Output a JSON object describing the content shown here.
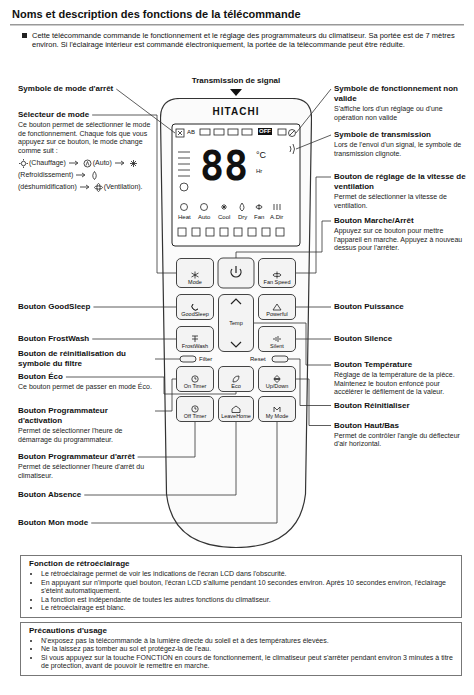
{
  "diagram": {
    "title": "Noms et description des fonctions de la télécommande",
    "nodes": [
      {
        "text": [
          "HITACHI"
        ]
      },
      {
        "text": [
          "Mode"
        ],
        "in": 0
      },
      {
        "text": [
          "Fan Speed"
        ],
        "in": 0
      },
      {
        "text": [
          "GoodSleep"
        ],
        "in": 0
      },
      {
        "text": [
          "Temp"
        ],
        "in": 0
      },
      {
        "text": [
          "Powerful"
        ],
        "in": 0
      },
      {
        "text": [
          "FrostWash"
        ],
        "in": 0
      },
      {
        "text": [
          "Silent"
        ],
        "in": 0
      },
      {
        "text": [
          "On Timer"
        ],
        "in": 0
      },
      {
        "text": [
          "Eco"
        ],
        "in": 0
      },
      {
        "text": [
          "Up/Down"
        ],
        "in": 0
      },
      {
        "text": [
          "Off Timer"
        ],
        "in": 0
      },
      {
        "text": [
          "LeaveHome"
        ],
        "in": 0
      },
      {
        "text": [
          "My Mode"
        ],
        "in": 0
      },
      {
        "text": [
          "Fonction de rétroéclairage",
          "Le rétroéclairage permet de voir les indications de l'écran LCD dans l'obscurité.",
          "En appuyant sur n'importe quel bouton, l'écran LCD s'allume pendant 10 secondes environ. Après 10 secondes environ, l'éclairage s'éteint automatiquement.",
          "La fonction est indépendante de toutes les autres fonctions du climatiseur.",
          "Le rétroéclairage est blanc."
        ]
      },
      {
        "text": [
          "Précautions d'usage",
          "N'exposez pas la télécommande à la lumière directe du soleil et à des températures élevées.",
          "Ne la laissez pas tomber au sol et protégez-la de l'eau.",
          "Si vous appuyez sur la touche FONCTION en cours de fonctionnement, le climatiseur peut s'arrêter pendant environ 3 minutes à titre de protection, avant de pouvoir le remettre en marche."
        ]
      }
    ],
    "labels": [
      "Cette télécommande commande le fonctionnement et le réglage des programmateurs du climatiseur. Sa portée est de 7 mètres environ. Si l'éclairage intérieur est commandé électroniquement, la portée de la télécommande peut être réduite.",
      "Transmission de signal",
      "Symbole de mode d'arrêt",
      "Sélecteur de mode",
      "Ce bouton permet de sélectionner le mode de fonctionnement. Chaque fois que vous appuyez sur ce bouton, le mode change comme suit :",
      "(Chauffage)",
      "(Auto)",
      "(Refroidissement)",
      "(déshumidification)",
      "(Ventilation).",
      "Bouton GoodSleep",
      "Bouton FrostWash",
      "Bouton de réinitialisation du symbole du filtre",
      "Bouton Éco",
      "Ce bouton permet de passer en mode Éco.",
      "Bouton Programmateur d'activation",
      "Permet de sélectionner l'heure de démarrage du programmateur.",
      "Bouton Programmateur d'arrêt",
      "Permet de sélectionner l'heure d'arrêt du climatiseur.",
      "Bouton Absence",
      "Bouton Mon mode",
      "Symbole de fonctionnement non valide",
      "S'affiche lors d'un réglage ou d'une opération non valide",
      "Symbole de transmission",
      "Lors de l'envoi d'un signal, le symbole de transmission clignote.",
      "Bouton de réglage de la vitesse de ventilation",
      "Permet de sélectionner la vitesse de ventilation.",
      "Bouton Marche/Arrêt",
      "Appuyez sur ce bouton pour mettre l'appareil en marche. Appuyez à nouveau dessus pour l'arrêter.",
      "Bouton Puissance",
      "Bouton Silence",
      "Bouton Température",
      "Réglage de la température de la pièce. Maintenez le bouton enfoncé pour accélérer le défilement de la valeur.",
      "Bouton Réinitialiser",
      "Bouton Haut/Bas",
      "Permet de contrôler l'angle du déflecteur d'air horizontal.",
      "Filter",
      "Reset",
      "AB",
      "OFF",
      "88",
      "°C",
      "Hr",
      "Heat",
      "Auto",
      "Cool",
      "Dry",
      "Fan",
      "A.Dir"
    ]
  }
}
